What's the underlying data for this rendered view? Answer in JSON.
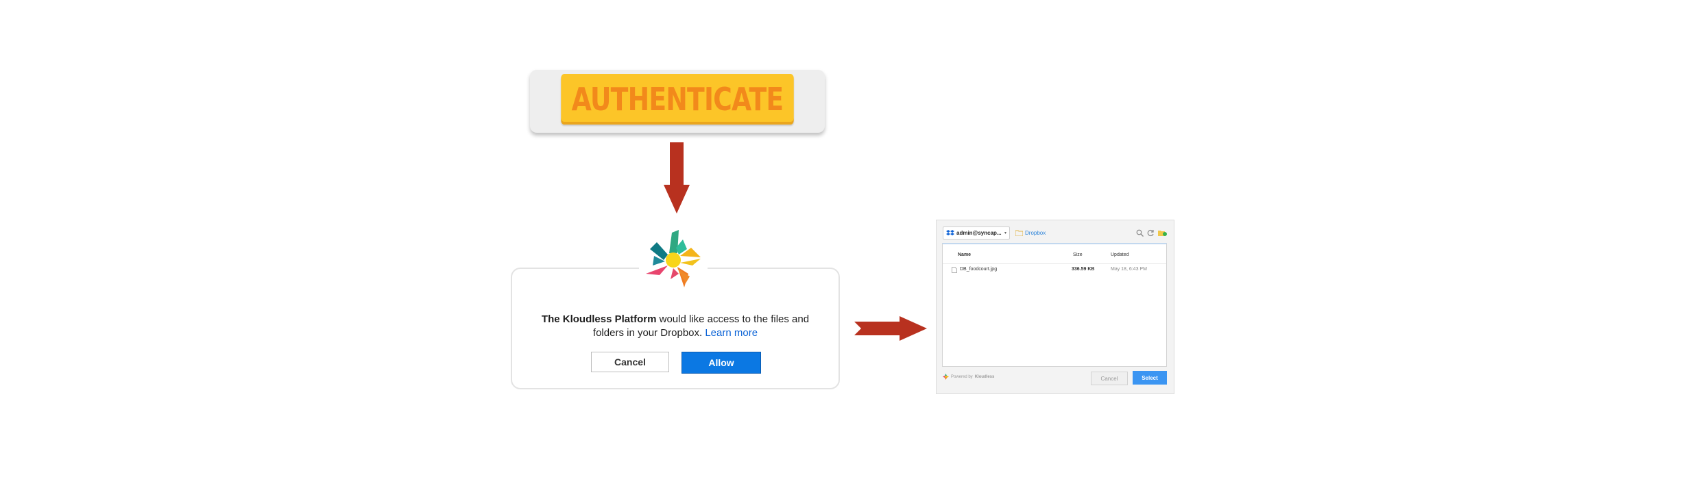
{
  "authenticate": {
    "label": "AUTHENTICATE"
  },
  "consent": {
    "app_name": "The Kloudless Platform",
    "message_line1": " would like access to the files and",
    "message_line2": "folders in your Dropbox. ",
    "link": "Learn more",
    "cancel_label": "Cancel",
    "allow_label": "Allow"
  },
  "picker": {
    "account": "admin@syncap...",
    "breadcrumb": "Dropbox",
    "columns": {
      "name": "Name",
      "size": "Size",
      "updated": "Updated"
    },
    "files": [
      {
        "name": "DB_foodcourt.jpg",
        "size": "336.59 KB",
        "updated": "May 18, 6:43 PM"
      }
    ],
    "powered_prefix": "Powered by",
    "powered_brand": "Kloudless",
    "cancel_label": "Cancel",
    "select_label": "Select"
  },
  "colors": {
    "arrow": "#b8311f",
    "auth_button": "#fcc528",
    "auth_text": "#f2891b",
    "allow_button": "#0b78e3",
    "select_button": "#3b95f2"
  },
  "icons": [
    "down-arrow-icon",
    "right-arrow-icon",
    "kloudless-logo-icon",
    "dropbox-icon",
    "folder-icon",
    "search-icon",
    "refresh-icon",
    "add-folder-icon",
    "file-icon",
    "checkbox-icon",
    "chevron-down-icon"
  ]
}
